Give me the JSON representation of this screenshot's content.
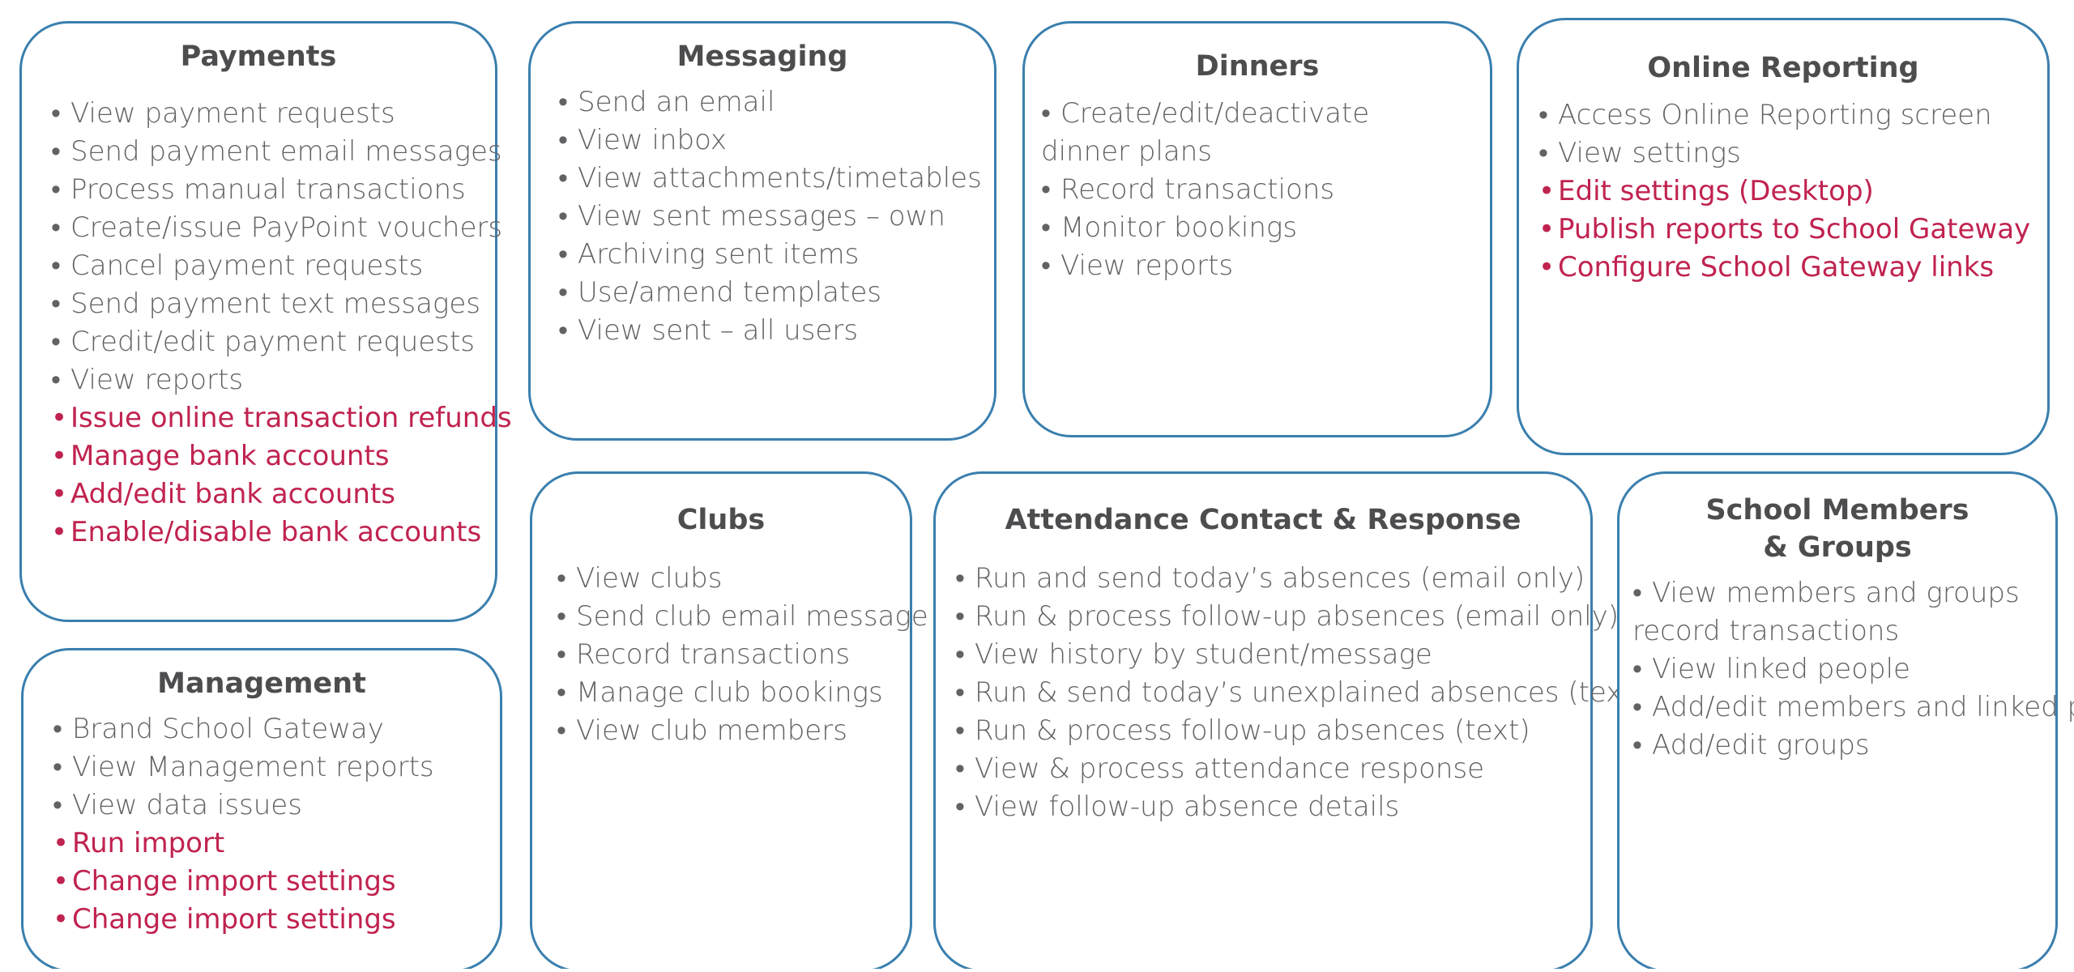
{
  "colors": {
    "border": "#3a7fae",
    "title": "#4d4d4f",
    "item": "#626265",
    "admin_item": "#c0234f"
  },
  "cards": {
    "payments": {
      "title": "Payments",
      "items": [
        {
          "text": "View payment requests",
          "admin": false
        },
        {
          "text": "Send payment email messages",
          "admin": false
        },
        {
          "text": "Process manual transactions",
          "admin": false
        },
        {
          "text": "Create/issue PayPoint vouchers",
          "admin": false
        },
        {
          "text": "Cancel payment requests",
          "admin": false
        },
        {
          "text": "Send payment text messages",
          "admin": false
        },
        {
          "text": "Credit/edit payment requests",
          "admin": false
        },
        {
          "text": "View reports",
          "admin": false
        },
        {
          "text": "Issue online transaction refunds",
          "admin": true
        },
        {
          "text": "Manage bank accounts",
          "admin": true
        },
        {
          "text": "Add/edit bank accounts",
          "admin": true
        },
        {
          "text": "Enable/disable bank accounts",
          "admin": true
        }
      ]
    },
    "messaging": {
      "title": "Messaging",
      "items": [
        {
          "text": "Send an email",
          "admin": false
        },
        {
          "text": "View inbox",
          "admin": false
        },
        {
          "text": "View attachments/timetables",
          "admin": false
        },
        {
          "text": "View sent messages – own",
          "admin": false
        },
        {
          "text": "Archiving sent items",
          "admin": false
        },
        {
          "text": "Use/amend templates",
          "admin": false
        },
        {
          "text": "View sent – all users",
          "admin": false
        }
      ]
    },
    "dinners": {
      "title": "Dinners",
      "items": [
        {
          "text": "Create/edit/deactivate dinner plans",
          "admin": false
        },
        {
          "text": "Record transactions",
          "admin": false
        },
        {
          "text": "Monitor bookings",
          "admin": false
        },
        {
          "text": "View reports",
          "admin": false
        }
      ]
    },
    "online_reporting": {
      "title": "Online Reporting",
      "items": [
        {
          "text": "Access Online Reporting screen",
          "admin": false
        },
        {
          "text": "View settings",
          "admin": false
        },
        {
          "text": "Edit settings (Desktop)",
          "admin": true
        },
        {
          "text": "Publish reports to School Gateway",
          "admin": true
        },
        {
          "text": "Configure School Gateway links",
          "admin": true
        }
      ]
    },
    "management": {
      "title": "Management",
      "items": [
        {
          "text": "Brand School Gateway",
          "admin": false
        },
        {
          "text": "View Management reports",
          "admin": false
        },
        {
          "text": "View data issues",
          "admin": false
        },
        {
          "text": "Run import",
          "admin": true
        },
        {
          "text": "Change import settings",
          "admin": true
        },
        {
          "text": "Change import settings",
          "admin": true
        }
      ]
    },
    "clubs": {
      "title": "Clubs",
      "items": [
        {
          "text": "View clubs",
          "admin": false
        },
        {
          "text": "Send club email message",
          "admin": false
        },
        {
          "text": "Record transactions",
          "admin": false
        },
        {
          "text": "Manage club bookings",
          "admin": false
        },
        {
          "text": "View club members",
          "admin": false
        }
      ]
    },
    "attendance": {
      "title": "Attendance Contact & Response",
      "items": [
        {
          "text": "Run and send today’s absences (email only)",
          "admin": false
        },
        {
          "text": "Run & process follow-up absences (email only)",
          "admin": false
        },
        {
          "text": "View history by student/message",
          "admin": false
        },
        {
          "text": "Run & send today’s unexplained absences (text)",
          "admin": false
        },
        {
          "text": "Run & process follow-up absences (text)",
          "admin": false
        },
        {
          "text": "View & process attendance response",
          "admin": false
        },
        {
          "text": "View follow-up absence details",
          "admin": false
        }
      ]
    },
    "school_members": {
      "title": "School Members\n& Groups",
      "items": [
        {
          "text": "View members and groups record transactions",
          "admin": false
        },
        {
          "text": "View linked people",
          "admin": false
        },
        {
          "text": "Add/edit members and linked people",
          "admin": false
        },
        {
          "text": "Add/edit groups",
          "admin": false
        }
      ]
    }
  }
}
